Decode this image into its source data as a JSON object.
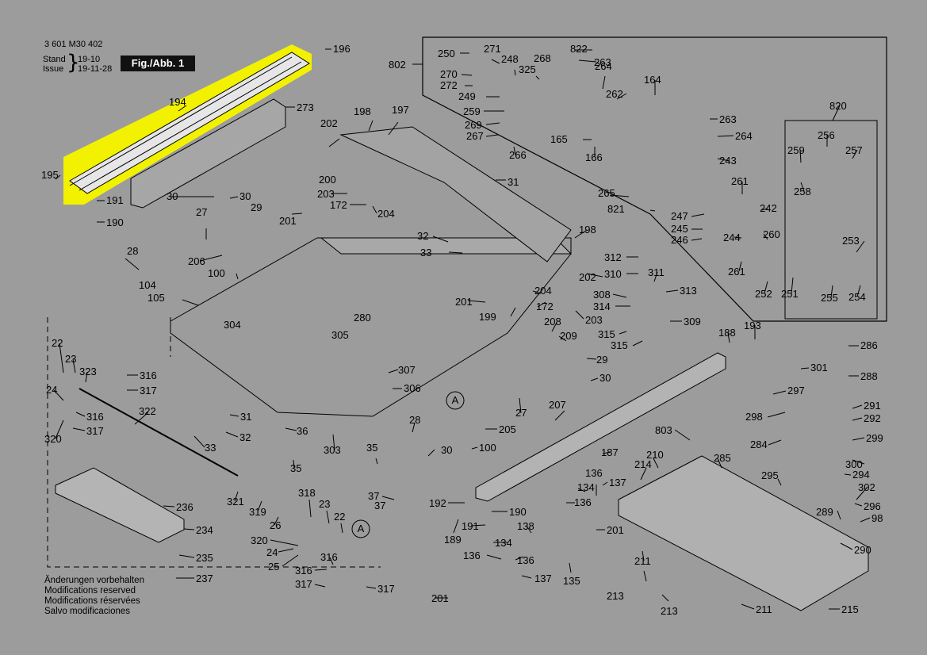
{
  "header": {
    "doc_number": "3 601 M30 402",
    "stand_label": "Stand",
    "issue_label": "Issue",
    "stand_value": "19-10",
    "issue_value": "19-11-28",
    "figure_title": "Fig./Abb. 1"
  },
  "footer": {
    "lines": [
      "Änderungen vorbehalten",
      "Modifications reserved",
      "Modifications réservées",
      "Salvo modificaciones"
    ]
  },
  "highlight": {
    "part": "194",
    "color": "#f2f200"
  },
  "callouts": [
    {
      "label": "196"
    },
    {
      "label": "194"
    },
    {
      "label": "273"
    },
    {
      "label": "195"
    },
    {
      "label": "191"
    },
    {
      "label": "190"
    },
    {
      "label": "30"
    },
    {
      "label": "30"
    },
    {
      "label": "27"
    },
    {
      "label": "29"
    },
    {
      "label": "28"
    },
    {
      "label": "206"
    },
    {
      "label": "104"
    },
    {
      "label": "105"
    },
    {
      "label": "100"
    },
    {
      "label": "202"
    },
    {
      "label": "198"
    },
    {
      "label": "197"
    },
    {
      "label": "200"
    },
    {
      "label": "203"
    },
    {
      "label": "172"
    },
    {
      "label": "204"
    },
    {
      "label": "201"
    },
    {
      "label": "31"
    },
    {
      "label": "32"
    },
    {
      "label": "33"
    },
    {
      "label": "198"
    },
    {
      "label": "202"
    },
    {
      "label": "304"
    },
    {
      "label": "305"
    },
    {
      "label": "280"
    },
    {
      "label": "201"
    },
    {
      "label": "199"
    },
    {
      "label": "204"
    },
    {
      "label": "172"
    },
    {
      "label": "203"
    },
    {
      "label": "208"
    },
    {
      "label": "209"
    },
    {
      "label": "29"
    },
    {
      "label": "30"
    },
    {
      "label": "27"
    },
    {
      "label": "307"
    },
    {
      "label": "306"
    },
    {
      "label": "22"
    },
    {
      "label": "23"
    },
    {
      "label": "323"
    },
    {
      "label": "316"
    },
    {
      "label": "317"
    },
    {
      "label": "24"
    },
    {
      "label": "316"
    },
    {
      "label": "317"
    },
    {
      "label": "320"
    },
    {
      "label": "322"
    },
    {
      "label": "31"
    },
    {
      "label": "32"
    },
    {
      "label": "33"
    },
    {
      "label": "36"
    },
    {
      "label": "35"
    },
    {
      "label": "303"
    },
    {
      "label": "28"
    },
    {
      "label": "205"
    },
    {
      "label": "100"
    },
    {
      "label": "30"
    },
    {
      "label": "35"
    },
    {
      "label": "37"
    },
    {
      "label": "37"
    },
    {
      "label": "207"
    },
    {
      "label": "187"
    },
    {
      "label": "236"
    },
    {
      "label": "234"
    },
    {
      "label": "235"
    },
    {
      "label": "237"
    },
    {
      "label": "321"
    },
    {
      "label": "319"
    },
    {
      "label": "26"
    },
    {
      "label": "318"
    },
    {
      "label": "23"
    },
    {
      "label": "22"
    },
    {
      "label": "320"
    },
    {
      "label": "24"
    },
    {
      "label": "25"
    },
    {
      "label": "316"
    },
    {
      "label": "316"
    },
    {
      "label": "317"
    },
    {
      "label": "317"
    },
    {
      "label": "192"
    },
    {
      "label": "190"
    },
    {
      "label": "191"
    },
    {
      "label": "189"
    },
    {
      "label": "134"
    },
    {
      "label": "136"
    },
    {
      "label": "136"
    },
    {
      "label": "137"
    },
    {
      "label": "136"
    },
    {
      "label": "134"
    },
    {
      "label": "136"
    },
    {
      "label": "137"
    },
    {
      "label": "201"
    },
    {
      "label": "138"
    },
    {
      "label": "135"
    },
    {
      "label": "201"
    },
    {
      "label": "214"
    },
    {
      "label": "210"
    },
    {
      "label": "211"
    },
    {
      "label": "211"
    },
    {
      "label": "213"
    },
    {
      "label": "213"
    },
    {
      "label": "803"
    },
    {
      "label": "285"
    },
    {
      "label": "295"
    },
    {
      "label": "284"
    },
    {
      "label": "298"
    },
    {
      "label": "297"
    },
    {
      "label": "301"
    },
    {
      "label": "286"
    },
    {
      "label": "288"
    },
    {
      "label": "188"
    },
    {
      "label": "193"
    },
    {
      "label": "291"
    },
    {
      "label": "292"
    },
    {
      "label": "299"
    },
    {
      "label": "300"
    },
    {
      "label": "294"
    },
    {
      "label": "302"
    },
    {
      "label": "296"
    },
    {
      "label": "98"
    },
    {
      "label": "289"
    },
    {
      "label": "290"
    },
    {
      "label": "215"
    },
    {
      "label": "802"
    },
    {
      "label": "250"
    },
    {
      "label": "271"
    },
    {
      "label": "248"
    },
    {
      "label": "268"
    },
    {
      "label": "270"
    },
    {
      "label": "325"
    },
    {
      "label": "272"
    },
    {
      "label": "249"
    },
    {
      "label": "259"
    },
    {
      "label": "269"
    },
    {
      "label": "267"
    },
    {
      "label": "266"
    },
    {
      "label": "822"
    },
    {
      "label": "263"
    },
    {
      "label": "264"
    },
    {
      "label": "164"
    },
    {
      "label": "262"
    },
    {
      "label": "165"
    },
    {
      "label": "166"
    },
    {
      "label": "265"
    },
    {
      "label": "821"
    },
    {
      "label": "263"
    },
    {
      "label": "264"
    },
    {
      "label": "243"
    },
    {
      "label": "820"
    },
    {
      "label": "256"
    },
    {
      "label": "259"
    },
    {
      "label": "257"
    },
    {
      "label": "258"
    },
    {
      "label": "261"
    },
    {
      "label": "242"
    },
    {
      "label": "247"
    },
    {
      "label": "245"
    },
    {
      "label": "246"
    },
    {
      "label": "244"
    },
    {
      "label": "260"
    },
    {
      "label": "253"
    },
    {
      "label": "261"
    },
    {
      "label": "252"
    },
    {
      "label": "251"
    },
    {
      "label": "255"
    },
    {
      "label": "254"
    },
    {
      "label": "312"
    },
    {
      "label": "310"
    },
    {
      "label": "311"
    },
    {
      "label": "313"
    },
    {
      "label": "308"
    },
    {
      "label": "314"
    },
    {
      "label": "309"
    },
    {
      "label": "315"
    },
    {
      "label": "315"
    },
    {
      "label": "A"
    },
    {
      "label": "A"
    }
  ]
}
